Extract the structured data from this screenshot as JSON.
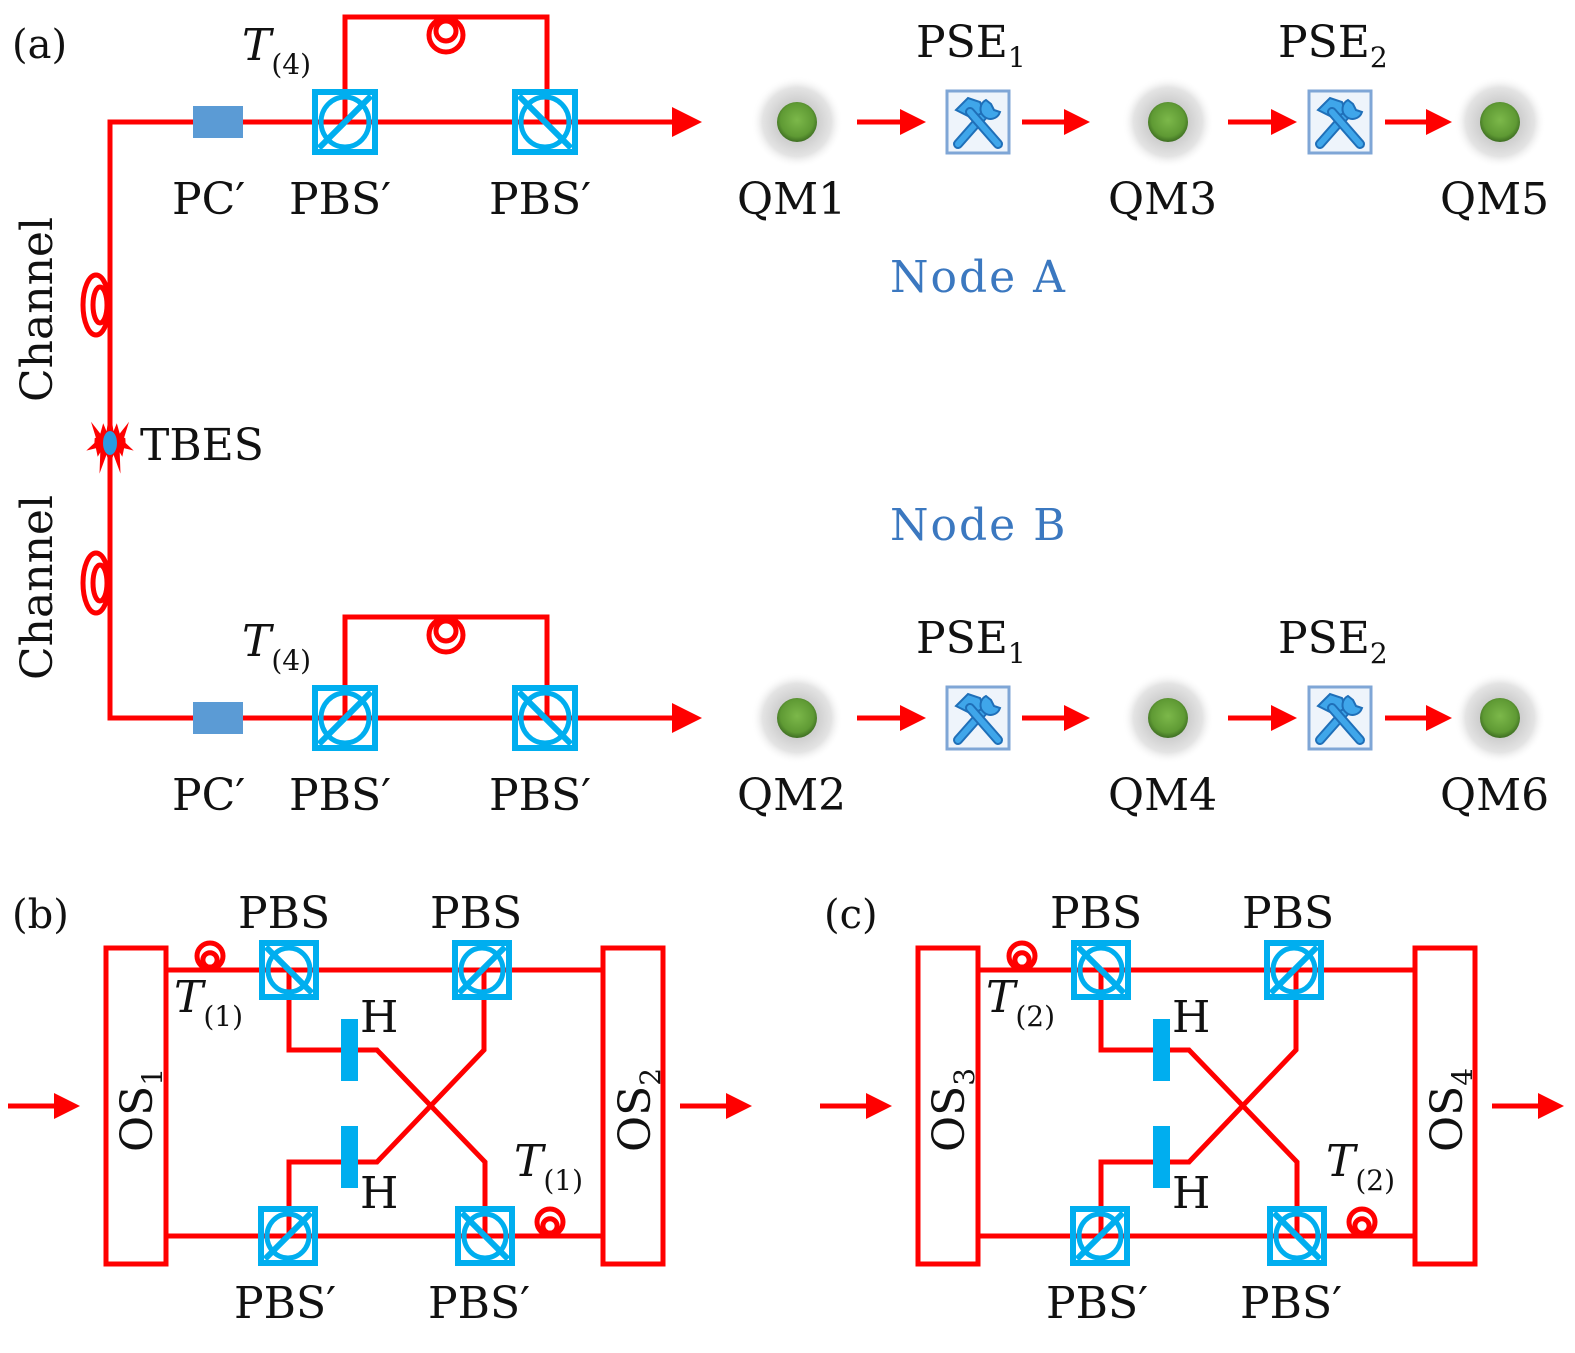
{
  "colors": {
    "beam": "#ff0000",
    "pbs": "#00aeef",
    "pc": "#5b9bd5",
    "node_label": "#3b78c0",
    "qm_core": "#6aa63a",
    "pse_icon": "#2a8fd6",
    "halfwave": "#00aeef"
  },
  "panel_a": {
    "label": "(a)",
    "tbes_label": "TBES",
    "channel_label_top": "Channel",
    "channel_label_bottom": "Channel",
    "node_a_label": "Node A",
    "node_b_label": "Node B",
    "top_branch": {
      "tau_symbol": "T",
      "tau_index": "(4)",
      "pc_label": "PC′",
      "pbs1_label": "PBS′",
      "pbs2_label": "PBS′",
      "qm_labels": [
        "QM1",
        "QM3",
        "QM5"
      ],
      "pse_labels": [
        {
          "base": "PSE",
          "sub": "1"
        },
        {
          "base": "PSE",
          "sub": "2"
        }
      ],
      "pse_icon": "tools-icon"
    },
    "bottom_branch": {
      "tau_symbol": "T",
      "tau_index": "(4)",
      "pc_label": "PC′",
      "pbs1_label": "PBS′",
      "pbs2_label": "PBS′",
      "qm_labels": [
        "QM2",
        "QM4",
        "QM6"
      ],
      "pse_labels": [
        {
          "base": "PSE",
          "sub": "1"
        },
        {
          "base": "PSE",
          "sub": "2"
        }
      ],
      "pse_icon": "tools-icon"
    }
  },
  "panel_b": {
    "label": "(b)",
    "os_left": {
      "base": "OS",
      "sub": "1"
    },
    "os_right": {
      "base": "OS",
      "sub": "2"
    },
    "pbs_top_labels": [
      "PBS",
      "PBS"
    ],
    "pbs_bottom_labels": [
      "PBS′",
      "PBS′"
    ],
    "h_labels": [
      "H",
      "H"
    ],
    "tau_symbol": "T",
    "tau_index": "(1)"
  },
  "panel_c": {
    "label": "(c)",
    "os_left": {
      "base": "OS",
      "sub": "3"
    },
    "os_right": {
      "base": "OS",
      "sub": "4"
    },
    "pbs_top_labels": [
      "PBS",
      "PBS"
    ],
    "pbs_bottom_labels": [
      "PBS′",
      "PBS′"
    ],
    "h_labels": [
      "H",
      "H"
    ],
    "tau_symbol": "T",
    "tau_index": "(2)"
  }
}
